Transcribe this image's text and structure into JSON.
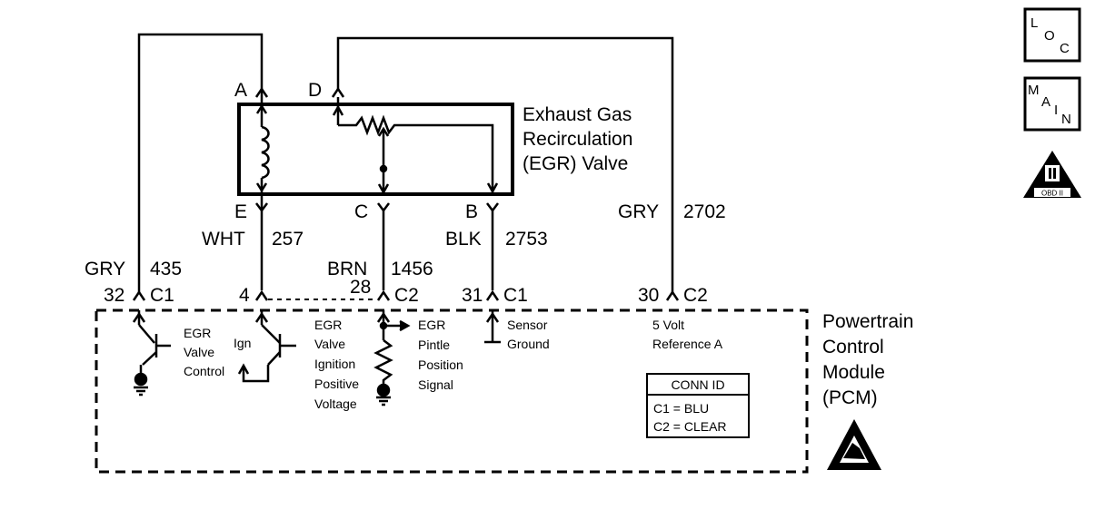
{
  "egr_valve": {
    "name_line1": "Exhaust Gas",
    "name_line2": "Recirculation",
    "name_line3": "(EGR) Valve",
    "pin_a": "A",
    "pin_d": "D",
    "pin_e": "E",
    "pin_c": "C",
    "pin_b": "B"
  },
  "wires": {
    "w435": {
      "color": "GRY",
      "circuit": "435",
      "pin": "32",
      "connector": "C1"
    },
    "w257": {
      "color": "WHT",
      "circuit": "257",
      "pin": "4"
    },
    "w1456": {
      "color": "BRN",
      "circuit": "1456",
      "pin": "28",
      "connector": "C2"
    },
    "w2753": {
      "color": "BLK",
      "circuit": "2753",
      "pin": "31",
      "connector": "C1"
    },
    "w2702": {
      "color": "GRY",
      "circuit": "2702",
      "pin": "30",
      "connector": "C2"
    }
  },
  "pcm": {
    "name_line1": "Powertrain",
    "name_line2": "Control",
    "name_line3": "Module",
    "name_line4": "(PCM)",
    "egr_control": [
      "EGR",
      "Valve",
      "Control"
    ],
    "ign": "Ign",
    "egr_ignition": [
      "EGR",
      "Valve",
      "Ignition",
      "Positive",
      "Voltage"
    ],
    "egr_pintle": [
      "EGR",
      "Pintle",
      "Position",
      "Signal"
    ],
    "sensor_ground": [
      "Sensor",
      "Ground"
    ],
    "ref": [
      "5 Volt",
      "Reference A"
    ]
  },
  "conn_id": {
    "title": "CONN ID",
    "c1": "C1 = BLU",
    "c2": "C2 = CLEAR"
  },
  "side_icons": {
    "loc": [
      "L",
      "O",
      "C"
    ],
    "main": [
      "M",
      "A",
      "I",
      "N"
    ],
    "obd": "OBD II"
  }
}
